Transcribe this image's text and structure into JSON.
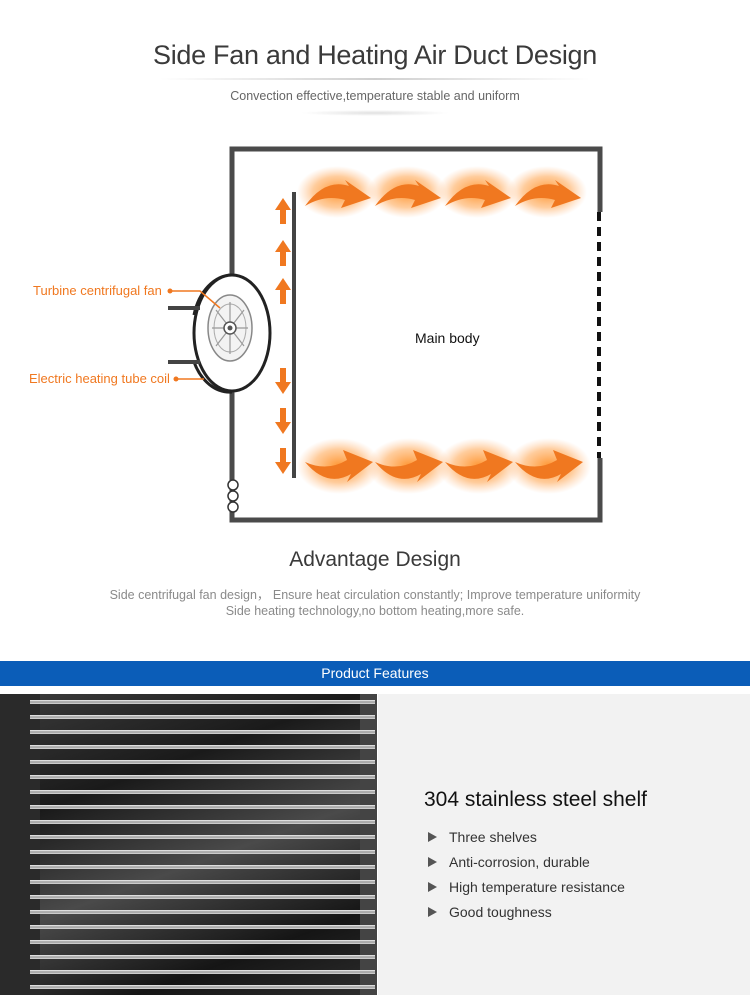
{
  "header": {
    "title": "Side Fan and Heating Air Duct Design",
    "subtitle": "Convection effective,temperature stable and uniform"
  },
  "diagram": {
    "label_fan": "Turbine centrifugal fan",
    "label_coil": "Electric heating tube coil",
    "label_main": "Main body",
    "accent_color": "#f07820",
    "frame_color": "#4a4a4a"
  },
  "advantage": {
    "title": "Advantage Design",
    "line1": "Side centrifugal fan design， Ensure heat circulation constantly; Improve temperature uniformity",
    "line2": "Side heating technology,no bottom heating,more safe."
  },
  "features_band": {
    "label": "Product Features",
    "color": "#0b5db8"
  },
  "feature": {
    "title": "304 stainless steel shelf",
    "items": [
      "Three shelves",
      "Anti-corrosion, durable",
      "High temperature resistance",
      "Good toughness"
    ]
  }
}
